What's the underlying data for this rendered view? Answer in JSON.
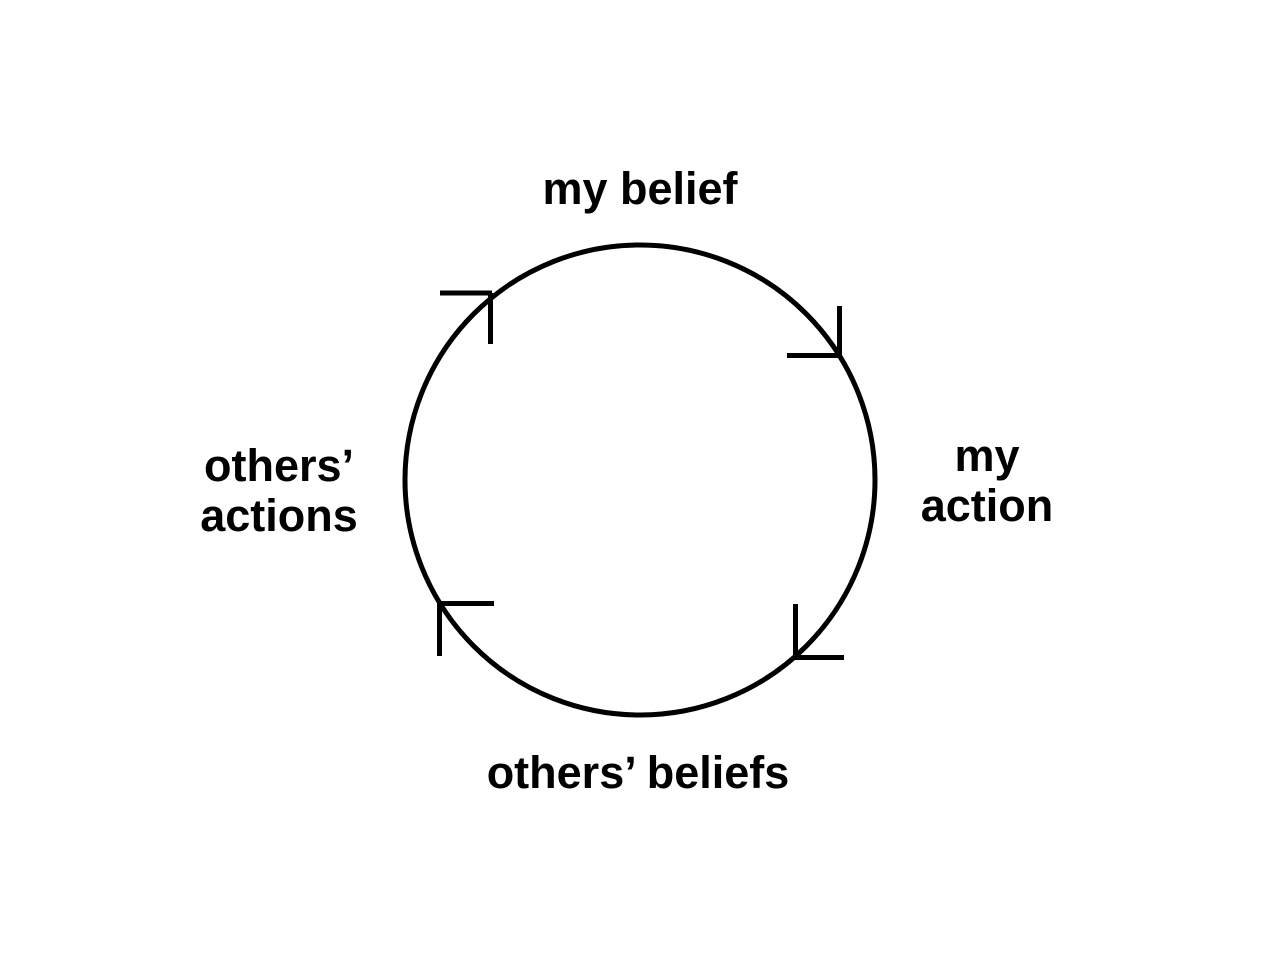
{
  "diagram": {
    "type": "cycle",
    "stroke_color": "#000000",
    "background": "#ffffff",
    "nodes": [
      {
        "id": "my_belief",
        "lines": [
          "my belief"
        ]
      },
      {
        "id": "my_action",
        "lines": [
          "my",
          "action"
        ]
      },
      {
        "id": "others_beliefs",
        "lines": [
          "others’ beliefs"
        ]
      },
      {
        "id": "others_actions",
        "lines": [
          "others’",
          "actions"
        ]
      }
    ],
    "edges": [
      {
        "from": "my_belief",
        "to": "my_action",
        "direction": "clockwise"
      },
      {
        "from": "my_action",
        "to": "others_beliefs",
        "direction": "clockwise"
      },
      {
        "from": "others_beliefs",
        "to": "others_actions",
        "direction": "clockwise"
      },
      {
        "from": "others_actions",
        "to": "my_belief",
        "direction": "clockwise"
      }
    ]
  }
}
